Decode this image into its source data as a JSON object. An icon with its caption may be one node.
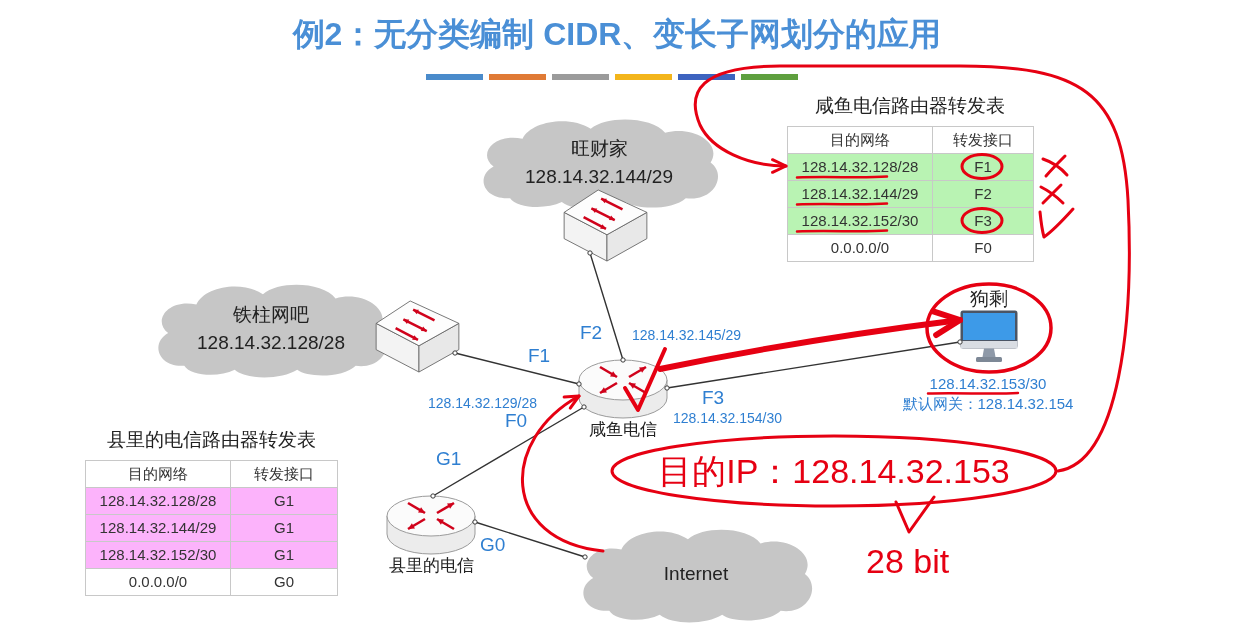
{
  "diagram": {
    "title": "例2：无分类编制 CIDR、变长子网划分的应用",
    "nodes": [
      {
        "text": [
          "旺财家",
          "128.14.32.144/29"
        ]
      },
      {
        "text": [
          "咸鱼电信路由器转发表",
          "目的网络",
          "转发接口",
          "128.14.32.128/28",
          "F1",
          "128.14.32.144/29",
          "F2",
          "128.14.32.152/30",
          "F3",
          "0.0.0.0/0",
          "F0"
        ]
      },
      {
        "text": [],
        "shape": "picture"
      },
      {
        "text": [
          "铁柱网吧",
          "128.14.32.128/28"
        ]
      },
      {
        "text": [],
        "shape": "picture"
      },
      {
        "text": [
          "狗剩"
        ],
        "beside": [
          "128.14.32.153/30",
          "默认网关：128.14.32.154"
        ]
      },
      {
        "text": [
          "咸鱼电信"
        ]
      },
      {
        "text": [
          "县里的电信路由器转发表",
          "目的网络",
          "转发接口",
          "128.14.32.128/28",
          "G1",
          "128.14.32.144/29",
          "G1",
          "128.14.32.152/30",
          "G1",
          "0.0.0.0/0",
          "G0"
        ]
      },
      {
        "text": [
          "目的IP：128.14.32.153"
        ]
      },
      {
        "text": [
          "县里的电信"
        ]
      },
      {
        "text": [
          "Internet"
        ]
      }
    ],
    "edges": [
      {
        "from": 2,
        "to": 6,
        "arrow": "other"
      },
      {
        "from": 4,
        "to": 6,
        "arrow": "other"
      },
      {
        "from": 6,
        "to": 5,
        "arrow": "other"
      },
      {
        "from": 6,
        "to": 9,
        "arrow": "other"
      },
      {
        "from": 9,
        "to": 10,
        "arrow": "other"
      },
      {
        "from": 10,
        "to": 6,
        "arrow": "to",
        "color": "#e60012"
      },
      {
        "from": 6,
        "to": 5,
        "arrow": "to",
        "style": "thick",
        "color": "#e60012"
      },
      {
        "from": 8,
        "to": 1,
        "arrow": "to",
        "color": "#e60012"
      }
    ],
    "labels": [
      "F2",
      "128.14.32.145/29",
      "F1",
      "128.14.32.129/28",
      "F3",
      "128.14.32.154/30",
      "F0",
      "G1",
      "G0",
      "28 bit"
    ]
  }
}
